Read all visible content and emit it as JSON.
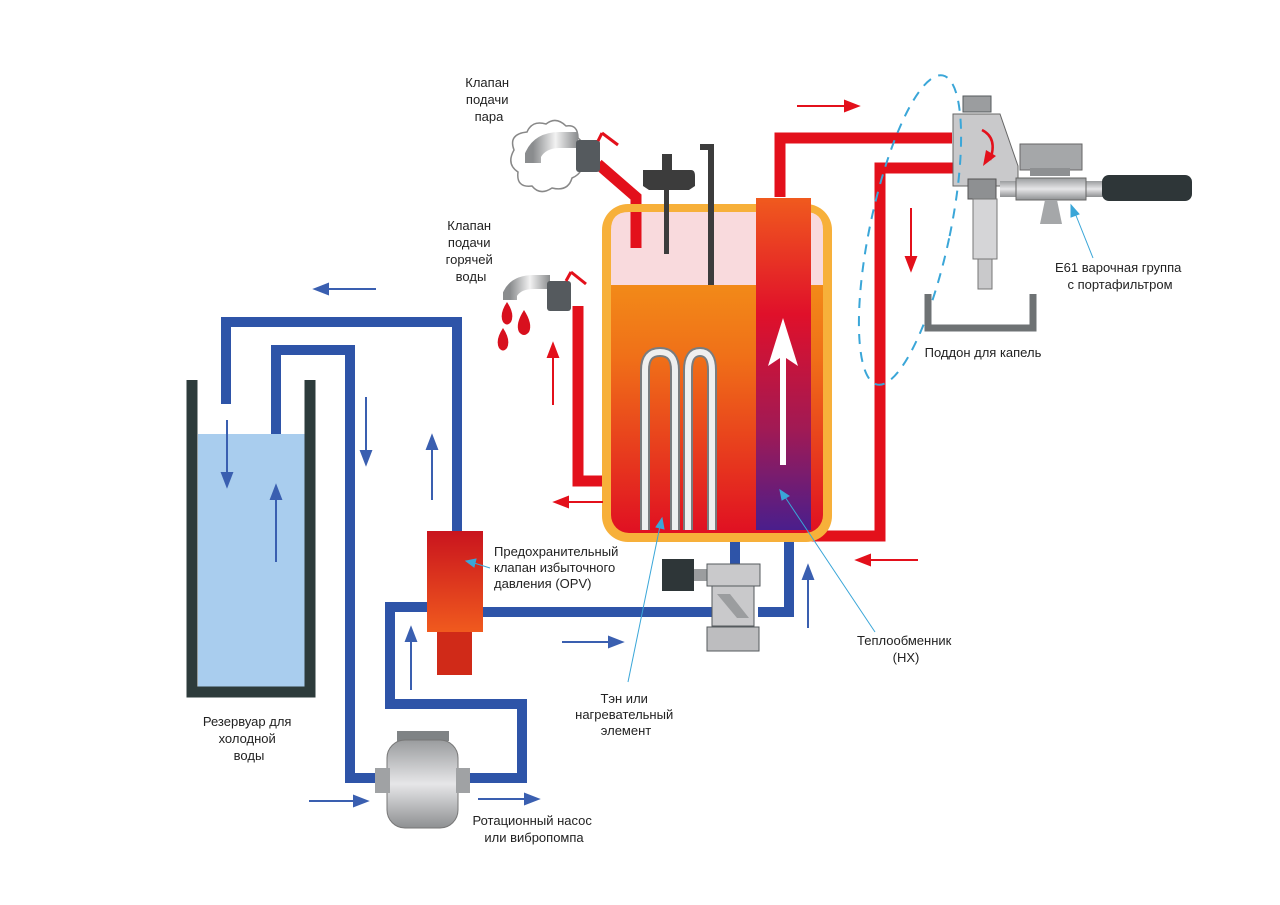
{
  "labels": {
    "steam_valve": [
      "Клапан",
      "подачи",
      "пара"
    ],
    "hot_water_valve": [
      "Клапан",
      "подачи",
      "горячей",
      "воды"
    ],
    "group": [
      "E61 варочная группа",
      "с портафильтром"
    ],
    "drip_tray": [
      "Поддон для капель"
    ],
    "opv": [
      "Предохранительный",
      "клапан избыточного",
      "давления (OPV)"
    ],
    "heat_exchanger": [
      "Теплообменник",
      "(HX)"
    ],
    "heating_element": [
      "Тэн или",
      "нагревательный",
      "элемент"
    ],
    "reservoir": [
      "Резервуар для",
      "холодной",
      "воды"
    ],
    "pump": [
      "Ротационный насос",
      "или вибропомпа"
    ]
  },
  "colors": {
    "cold_pipe": "#2e54a8",
    "hot_pipe": "#e3101b",
    "cold_arrow": "#3a5fb0",
    "hot_arrow": "#e3101b",
    "boiler_frame": "#f7b03a",
    "steam_space": "#f9dadd",
    "water_top": "#f4a418",
    "water_bottom": "#e01022",
    "hx_top": "#f05a1e",
    "hx_bottom": "#4a1e8c",
    "reservoir_water": "#a9cdee",
    "reservoir_wall": "#2d3b3b",
    "metal": "#c7c7c9",
    "metal_dark": "#555a5e",
    "leader_line": "#3aa6d8"
  },
  "icons": [
    "steam-cloud-icon",
    "water-drops-icon",
    "valve-handle-icon",
    "pressure-switch-icon"
  ]
}
